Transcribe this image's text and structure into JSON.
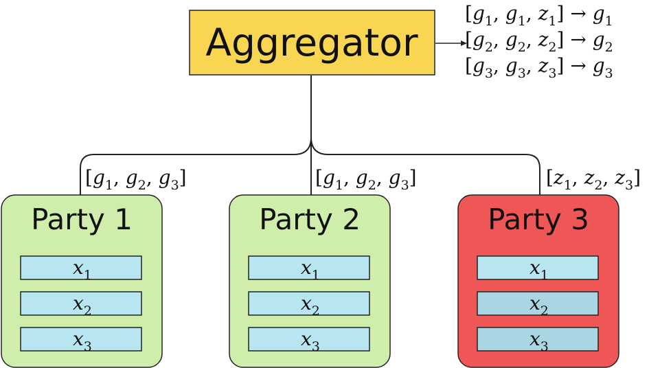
{
  "aggregator": {
    "label": "Aggregator",
    "color": "#f9d651",
    "border": "#222222"
  },
  "outputs": [
    {
      "inputs": [
        {
          "v": "g",
          "s": "1"
        },
        {
          "v": "g",
          "s": "1"
        },
        {
          "v": "z",
          "s": "1"
        }
      ],
      "result": {
        "v": "g",
        "s": "1"
      }
    },
    {
      "inputs": [
        {
          "v": "g",
          "s": "2"
        },
        {
          "v": "g",
          "s": "2"
        },
        {
          "v": "z",
          "s": "2"
        }
      ],
      "result": {
        "v": "g",
        "s": "2"
      }
    },
    {
      "inputs": [
        {
          "v": "g",
          "s": "3"
        },
        {
          "v": "g",
          "s": "3"
        },
        {
          "v": "z",
          "s": "3"
        }
      ],
      "result": {
        "v": "g",
        "s": "3"
      }
    }
  ],
  "parties": [
    {
      "label": "Party 1",
      "color": "#cfeeac",
      "sends": [
        {
          "v": "g",
          "s": "1"
        },
        {
          "v": "g",
          "s": "2"
        },
        {
          "v": "g",
          "s": "3"
        }
      ],
      "rows": [
        {
          "v": "x",
          "s": "1"
        },
        {
          "v": "x",
          "s": "2"
        },
        {
          "v": "x",
          "s": "3"
        }
      ],
      "row_colors": [
        "#b7e5f0",
        "#b7e5f0",
        "#b7e5f0"
      ]
    },
    {
      "label": "Party 2",
      "color": "#cfeeac",
      "sends": [
        {
          "v": "g",
          "s": "1"
        },
        {
          "v": "g",
          "s": "2"
        },
        {
          "v": "g",
          "s": "3"
        }
      ],
      "rows": [
        {
          "v": "x",
          "s": "1"
        },
        {
          "v": "x",
          "s": "2"
        },
        {
          "v": "x",
          "s": "3"
        }
      ],
      "row_colors": [
        "#b7e5f0",
        "#b7e5f0",
        "#b7e5f0"
      ]
    },
    {
      "label": "Party 3",
      "color": "#ef5656",
      "sends": [
        {
          "v": "z",
          "s": "1"
        },
        {
          "v": "z",
          "s": "2"
        },
        {
          "v": "z",
          "s": "3"
        }
      ],
      "rows": [
        {
          "v": "x",
          "s": "1"
        },
        {
          "v": "x",
          "s": "2"
        },
        {
          "v": "x",
          "s": "3"
        }
      ],
      "row_colors": [
        "#b7e5f0",
        "#a9d6e2",
        "#a9d6e2"
      ]
    }
  ]
}
